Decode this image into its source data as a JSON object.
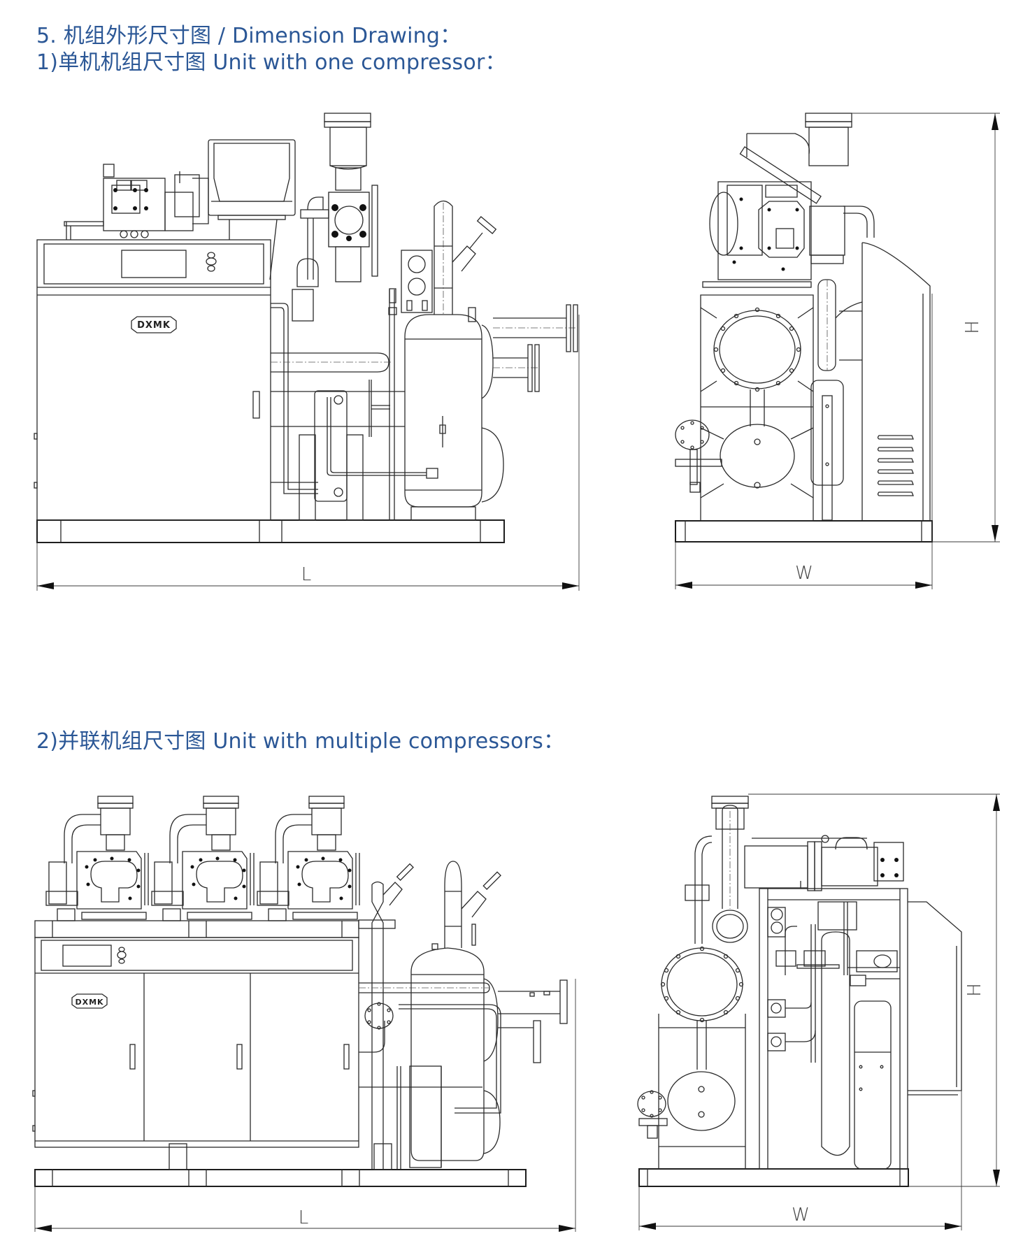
{
  "document": {
    "section_heading": "5. 机组外形尺寸图 / Dimension Drawing：",
    "subsections": [
      {
        "heading": "1)单机机组尺寸图 Unit with one compressor：",
        "views": [
          {
            "name": "front-view",
            "dimension_label": "L",
            "logo_text": "DXMK"
          },
          {
            "name": "side-view",
            "dimension_label_width": "W",
            "dimension_label_height": "H"
          }
        ]
      },
      {
        "heading": "2)并联机组尺寸图 Unit with multiple compressors：",
        "compressor_count": 3,
        "views": [
          {
            "name": "front-view",
            "dimension_label": "L",
            "logo_text": "DXMK"
          },
          {
            "name": "side-view",
            "dimension_label_width": "W",
            "dimension_label_height": "H"
          }
        ]
      }
    ]
  },
  "colors": {
    "heading": "#2b5796",
    "line": "#2a2a2a",
    "background": "#ffffff"
  }
}
